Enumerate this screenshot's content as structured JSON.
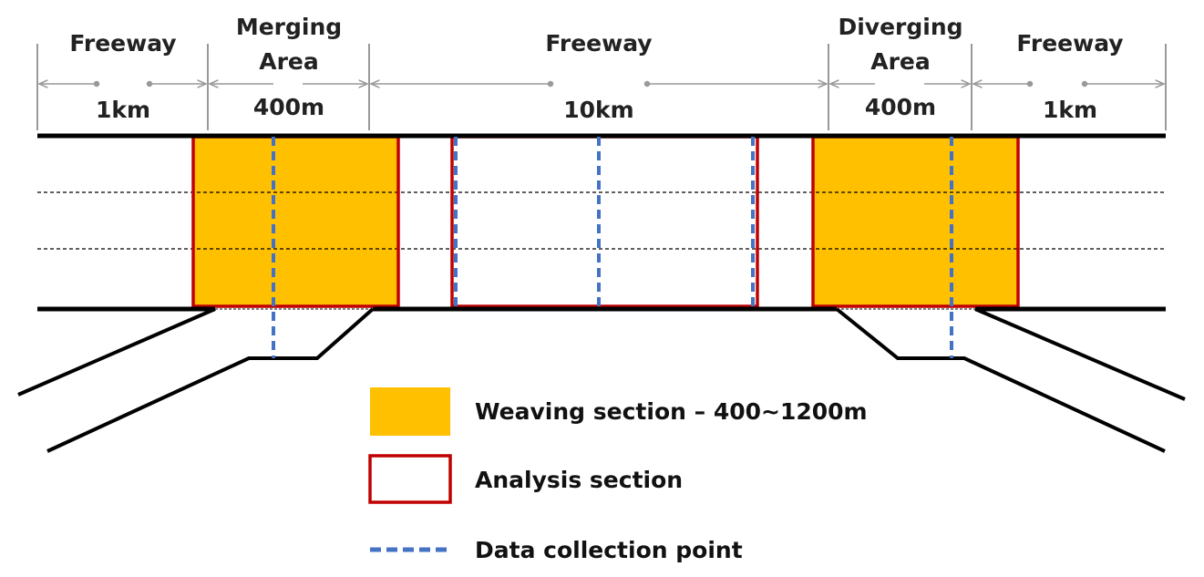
{
  "segments": [
    {
      "name": "Freeway",
      "length": "1km"
    },
    {
      "name": "Merging",
      "name2": "Area",
      "length": "400m"
    },
    {
      "name": "Freeway",
      "length": "10km"
    },
    {
      "name": "Diverging",
      "name2": "Area",
      "length": "400m"
    },
    {
      "name": "Freeway",
      "length": "1km"
    }
  ],
  "legend": {
    "weaving": "Weaving section – 400~1200m",
    "analysis": "Analysis section",
    "collection": "Data collection point"
  },
  "colors": {
    "weaving_fill": "#FFC000",
    "analysis_border": "#C00000",
    "collection_line": "#4472C4",
    "road": "#000000",
    "dimension": "#999999"
  }
}
